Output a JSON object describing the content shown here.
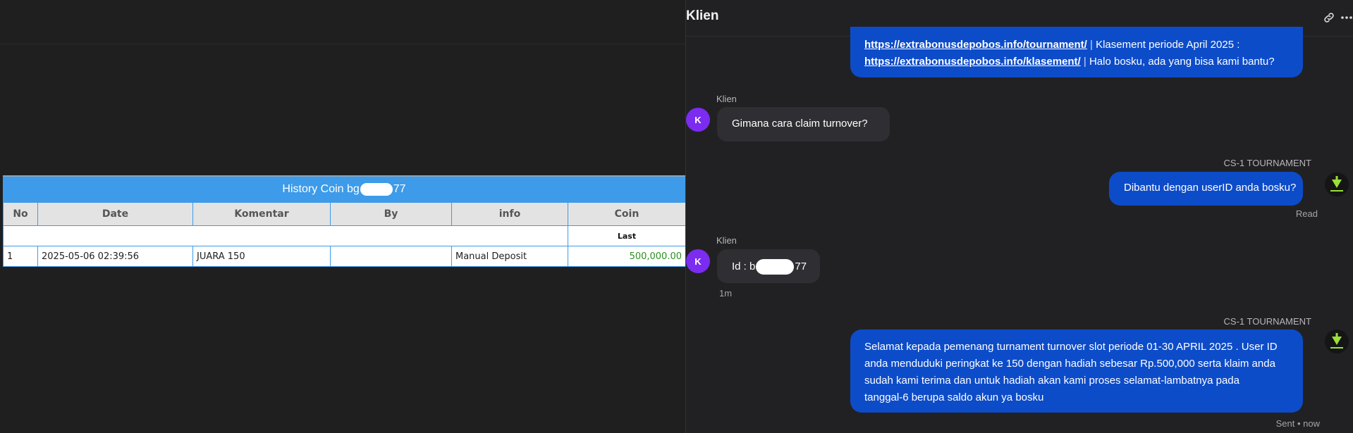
{
  "history": {
    "title_prefix": "History Coin bg",
    "title_suffix": "77",
    "columns": [
      "No",
      "Date",
      "Komentar",
      "By",
      "info",
      "Coin"
    ],
    "sub_label": "Last",
    "rows": [
      {
        "no": "1",
        "date": "2025-05-06 02:39:56",
        "komentar": "JUARA 150",
        "by": "",
        "info": "Manual Deposit",
        "coin": "500,000.00"
      }
    ]
  },
  "chat": {
    "title": "Klien",
    "link_icon": "link-icon",
    "more_icon": "more-horizontal-icon",
    "msg1": {
      "link1": "https://extrabonusdepobos.info/tournament/",
      "text1": "Klasement periode April 2025 :",
      "link2": "https://extrabonusdepobos.info/klasement/",
      "text2": "Halo bosku, ada yang bisa kami bantu?"
    },
    "msg2": {
      "sender": "Klien",
      "avatar": "K",
      "text": "Gimana cara claim turnover?"
    },
    "msg3": {
      "sender": "CS-1 TOURNAMENT",
      "text": "Dibantu dengan userID anda bosku?",
      "status": "Read"
    },
    "msg4": {
      "sender": "Klien",
      "avatar": "K",
      "text_prefix": "Id : b",
      "text_suffix": "77",
      "time": "1m"
    },
    "msg5": {
      "sender": "CS-1 TOURNAMENT",
      "lines": [
        "Selamat kepada pemenang turnament turnover slot periode 01-30 APRIL 2025 . User ID",
        "anda menduduki peringkat ke 150 dengan hadiah sebesar Rp.500,000 serta klaim anda",
        "sudah kami terima dan untuk hadiah akan kami proses selamat-lambatnya pada",
        "tanggal-6 berupa saldo akun ya bosku"
      ],
      "status": "Sent • now"
    },
    "agent_avatar_icon": "brand-logo-icon",
    "colors": {
      "outgoing": "#0d4cc9",
      "incoming": "#2f2f33",
      "avatar": "#7b2cf0",
      "table_header": "#3d9be9"
    }
  }
}
